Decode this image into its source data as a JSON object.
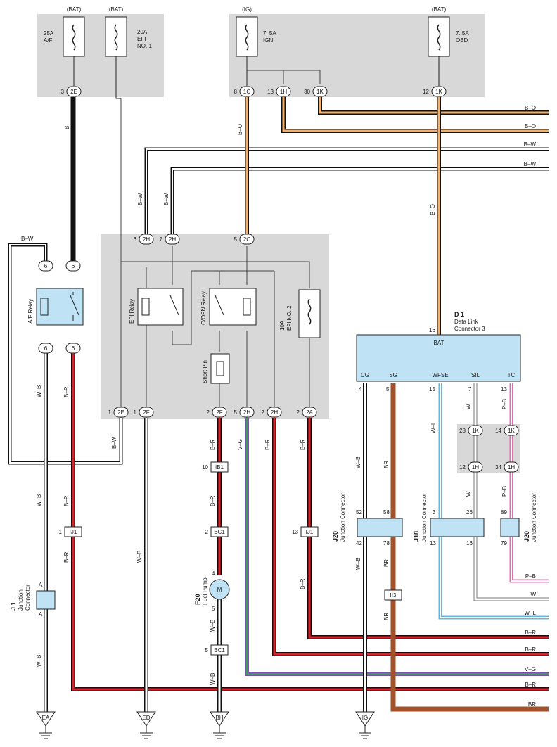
{
  "colors": {
    "panel": "#d8d8d8",
    "component": "#bfe3f5",
    "black": "#111111",
    "red": "#d9242a",
    "orange": "#f2b06a",
    "brown": "#a0522d",
    "blue": "#5fb9e6",
    "violet": "#7a4fb0",
    "green": "#3f9a5a",
    "pink": "#e070b0",
    "white": "#ffffff"
  },
  "fuses": {
    "af_source": "(BAT)",
    "af_rating": "25A",
    "af_name": "A/F",
    "efi1_source": "(BAT)",
    "efi1_rating": "20A",
    "efi1_name_1": "EFI",
    "efi1_name_2": "NO. 1",
    "ign_source": "(IG)",
    "ign_rating": "7. 5A",
    "ign_name": "IGN",
    "obd_source": "(BAT)",
    "obd_rating": "7. 5A",
    "obd_name": "OBD",
    "efi2_rating": "10A",
    "efi2_name": "EFI NO. 2"
  },
  "relays": {
    "af": "A/F Relay",
    "efi": "EFI Relay",
    "copn": "C/OPN Relay",
    "short_pin": "Short Pin"
  },
  "connectors": {
    "p2e": "2E",
    "p1c": "1C",
    "p1h": "1H",
    "p1k": "1K",
    "p2h": "2H",
    "p2c": "2C",
    "p2f": "2F",
    "p2a": "2A",
    "p6": "6",
    "ib1": "IB1",
    "bc1": "BC1",
    "ij1": "IJ1",
    "ii3": "II3"
  },
  "pins": {
    "n1": "1",
    "n2": "2",
    "n3": "3",
    "n4": "4",
    "n5": "5",
    "n6": "6",
    "n7": "7",
    "n8": "8",
    "n10": "10",
    "n12": "12",
    "n13": "13",
    "n14": "14",
    "n15": "15",
    "n16": "16",
    "n26": "26",
    "n28": "28",
    "n30": "30",
    "n34": "34",
    "n42": "42",
    "n52": "52",
    "n58": "58",
    "n78": "78",
    "n79": "79",
    "n89": "89",
    "a": "A"
  },
  "wires": {
    "b": "B",
    "bo": "B–O",
    "bw": "B–W",
    "wb": "W–B",
    "br_red": "B–R",
    "vg": "V–G",
    "br": "BR",
    "w": "W",
    "wl": "W–L",
    "pb": "P–B"
  },
  "dlc": {
    "id": "D 1",
    "name_1": "Data Link",
    "name_2": "Connector 3",
    "bat": "BAT",
    "cg": "CG",
    "sg": "SG",
    "wfse": "WFSE",
    "sil": "SIL",
    "tc": "TC"
  },
  "junctions": {
    "j1_id": "J 1",
    "j1_name_1": "Junction",
    "j1_name_2": "Connector",
    "j20_id": "J20",
    "j18_id": "J18",
    "jc_name": "Junction Connector"
  },
  "fuel_pump": {
    "id": "F20",
    "name": "Fuel Pump",
    "motor": "M"
  },
  "grounds": [
    "EA",
    "ED",
    "BH",
    "IG"
  ]
}
